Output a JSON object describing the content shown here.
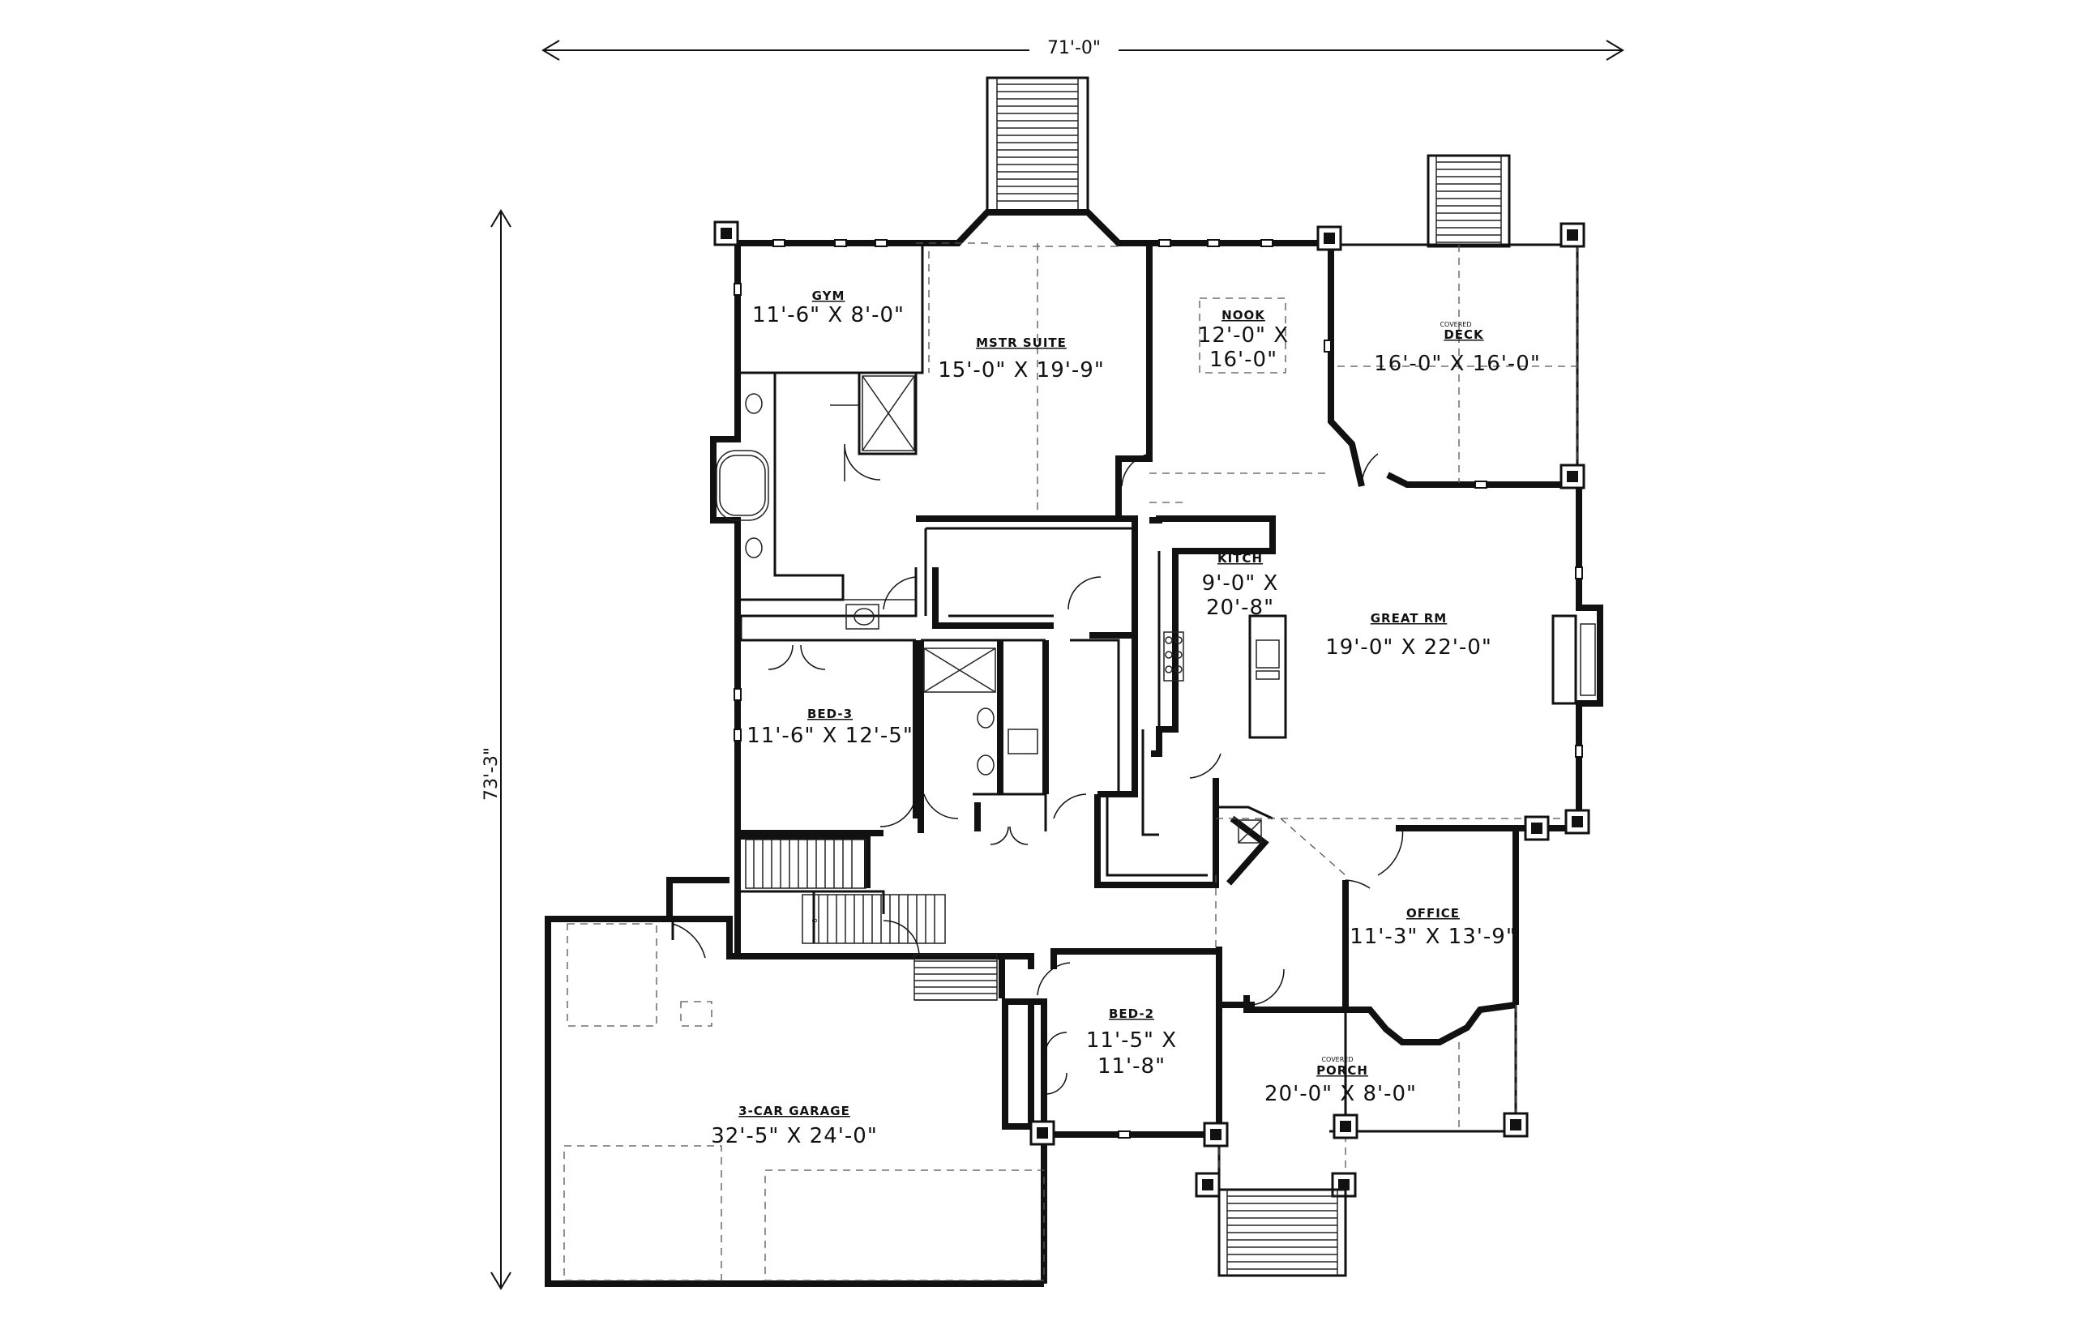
{
  "dimensions": {
    "overall_width": "71'-0\"",
    "overall_depth": "73'-3\""
  },
  "rooms": {
    "gym": {
      "name": "GYM",
      "size": "11'-6\" X 8'-0\""
    },
    "master_suite": {
      "name": "MSTR SUITE",
      "size": "15'-0\" X 19'-9\""
    },
    "nook": {
      "name": "NOOK",
      "size_line1": "12'-0\" X",
      "size_line2": "16'-0\""
    },
    "deck": {
      "qualifier": "COVERED",
      "name": "DECK",
      "size": "16'-0\" X 16'-0\""
    },
    "kitchen": {
      "name": "KITCH",
      "size_line1": "9'-0\" X",
      "size_line2": "20'-8\""
    },
    "great_room": {
      "name": "GREAT RM",
      "size": "19'-0\" X 22'-0\""
    },
    "bed3": {
      "name": "BED-3",
      "size": "11'-6\" X 12'-5\""
    },
    "office": {
      "name": "OFFICE",
      "size": "11'-3\" X 13'-9\""
    },
    "bed2": {
      "name": "BED-2",
      "size_line1": "11'-5\" X",
      "size_line2": "11'-8\""
    },
    "porch": {
      "qualifier": "COVERED",
      "name": "PORCH",
      "size": "20'-0\" X 8'-0\""
    },
    "garage": {
      "name": "3-CAR GARAGE",
      "size": "32'-5\" X 24'-0\""
    }
  },
  "stair_label": "8"
}
